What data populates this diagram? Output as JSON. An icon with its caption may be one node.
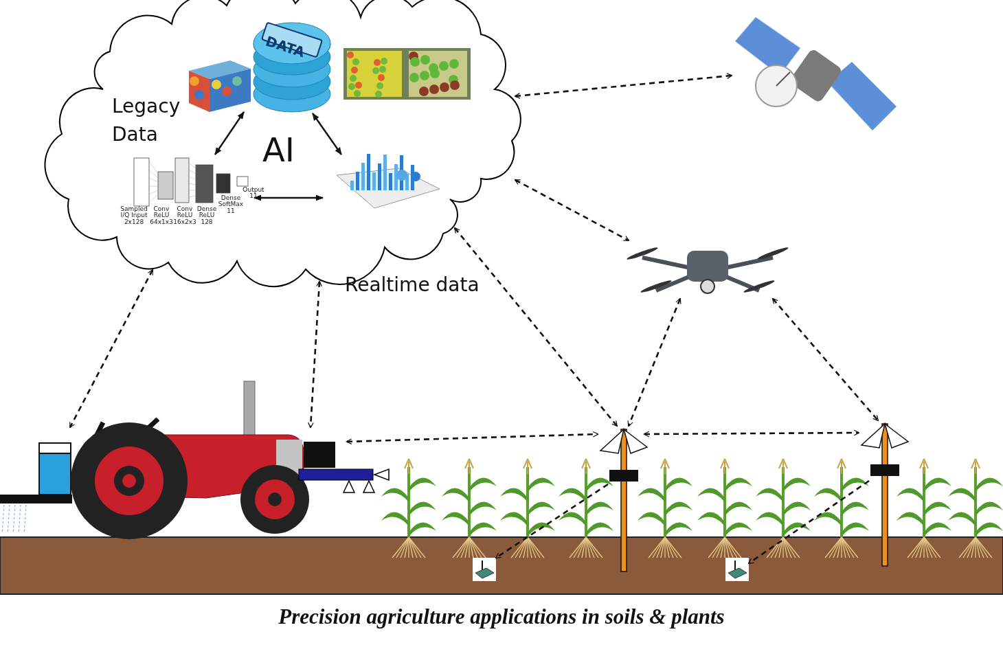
{
  "diagram": {
    "caption": "Precision agriculture applications in soils & plants",
    "nodes": [
      {
        "text": [
          "Legacy Data",
          "AI"
        ]
      },
      {
        "text": [],
        "shape": "picture",
        "in": 0
      },
      {
        "text": [],
        "shape": "picture",
        "in": 0
      },
      {
        "text": [],
        "shape": "picture",
        "in": 0
      },
      {
        "text": [],
        "shape": "picture",
        "in": 0
      },
      {
        "text": [],
        "shape": "picture",
        "in": 0
      },
      {
        "text": [],
        "shape": "picture"
      },
      {
        "text": [],
        "shape": "picture"
      },
      {
        "text": [],
        "shape": "picture"
      },
      {
        "text": [],
        "shape": "picture"
      },
      {
        "text": [],
        "shape": "picture"
      },
      {
        "text": [],
        "shape": "picture"
      },
      {
        "text": [],
        "shape": "picture"
      }
    ],
    "edges": [
      {
        "from": 4,
        "to": 1,
        "arrow": "both"
      },
      {
        "from": 2,
        "to": 5,
        "arrow": "both"
      },
      {
        "from": 4,
        "to": 5,
        "arrow": "both"
      },
      {
        "from": 0,
        "to": 6,
        "arrow": "both",
        "style": "dashed"
      },
      {
        "from": 0,
        "to": 7,
        "arrow": "both",
        "style": "dashed"
      },
      {
        "from": 0,
        "to": 8,
        "arrow": "both",
        "style": "dashed"
      },
      {
        "from": 0,
        "to": 8,
        "arrow": "both",
        "style": "dashed"
      },
      {
        "from": 0,
        "to": 9,
        "arrow": "both",
        "style": "dashed"
      },
      {
        "from": 7,
        "to": 9,
        "arrow": "both",
        "style": "dashed"
      },
      {
        "from": 7,
        "to": 10,
        "arrow": "both",
        "style": "dashed"
      },
      {
        "from": 8,
        "to": 9,
        "arrow": "both",
        "style": "dashed"
      },
      {
        "from": 9,
        "to": 10,
        "arrow": "both",
        "style": "dashed"
      },
      {
        "from": 9,
        "to": 11,
        "arrow": "to",
        "style": "dashed"
      },
      {
        "from": 10,
        "to": 12,
        "arrow": "to",
        "style": "dashed"
      }
    ],
    "labels": [
      "DATA",
      "Sampled I/Q Input 2x128",
      "Conv ReLU 64x1x3",
      "Conv ReLU 16x2x3",
      "Dense ReLU 128",
      "Dense SoftMax 11",
      "Output 11",
      "Realtime data"
    ]
  }
}
